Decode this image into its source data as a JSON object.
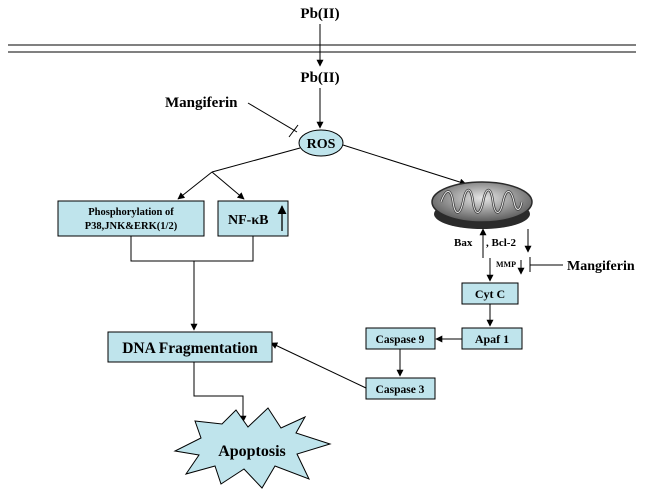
{
  "top_label": "Pb(II)",
  "inner_label": "Pb(II)",
  "mangiferin_left": "Mangiferin",
  "ros": "ROS",
  "phospho_line1": "Phosphorylation of",
  "phospho_line2": "P38,JNK&ERK(1/2)",
  "nfkb": "NF-κB",
  "bax": "Bax",
  "bcl2": ", Bcl-2",
  "mmp": "MMP",
  "mangiferin_right": "Mangiferin",
  "cytc": "Cyt C",
  "apaf": "Apaf 1",
  "casp9": "Caspase 9",
  "casp3": "Caspase 3",
  "dna": "DNA Fragmentation",
  "apoptosis": "Apoptosis",
  "colors": {
    "box_fill": "#bfe4ec",
    "line": "#000000",
    "mito_dark": "#3a3a3a",
    "mito_light": "#d8d8d8"
  },
  "icons": [
    "mitochondrion-icon",
    "up-arrow-icon",
    "down-arrow-icon",
    "starburst-icon"
  ]
}
